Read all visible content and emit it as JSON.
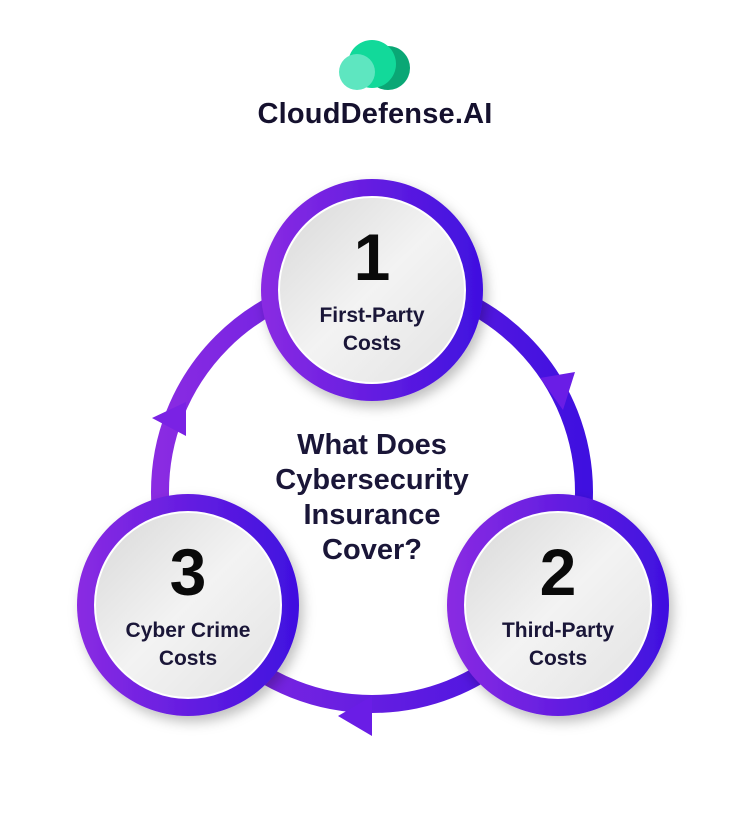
{
  "brand": {
    "name": "CloudDefense.AI",
    "logo_colors": [
      "#5ee6c0",
      "#12d99a",
      "#0aa775"
    ]
  },
  "title": "What Does Cybersecurity Insurance Cover?",
  "title_lines": [
    "What Does",
    "Cybersecurity",
    "Insurance",
    "Cover?"
  ],
  "accent_colors": {
    "purple": "#8a2be2",
    "indigo": "#3f10e0"
  },
  "steps": [
    {
      "number": "1",
      "label_lines": [
        "First-Party",
        "Costs"
      ]
    },
    {
      "number": "2",
      "label_lines": [
        "Third-Party",
        "Costs"
      ]
    },
    {
      "number": "3",
      "label_lines": [
        "Cyber Crime",
        "Costs"
      ]
    }
  ]
}
